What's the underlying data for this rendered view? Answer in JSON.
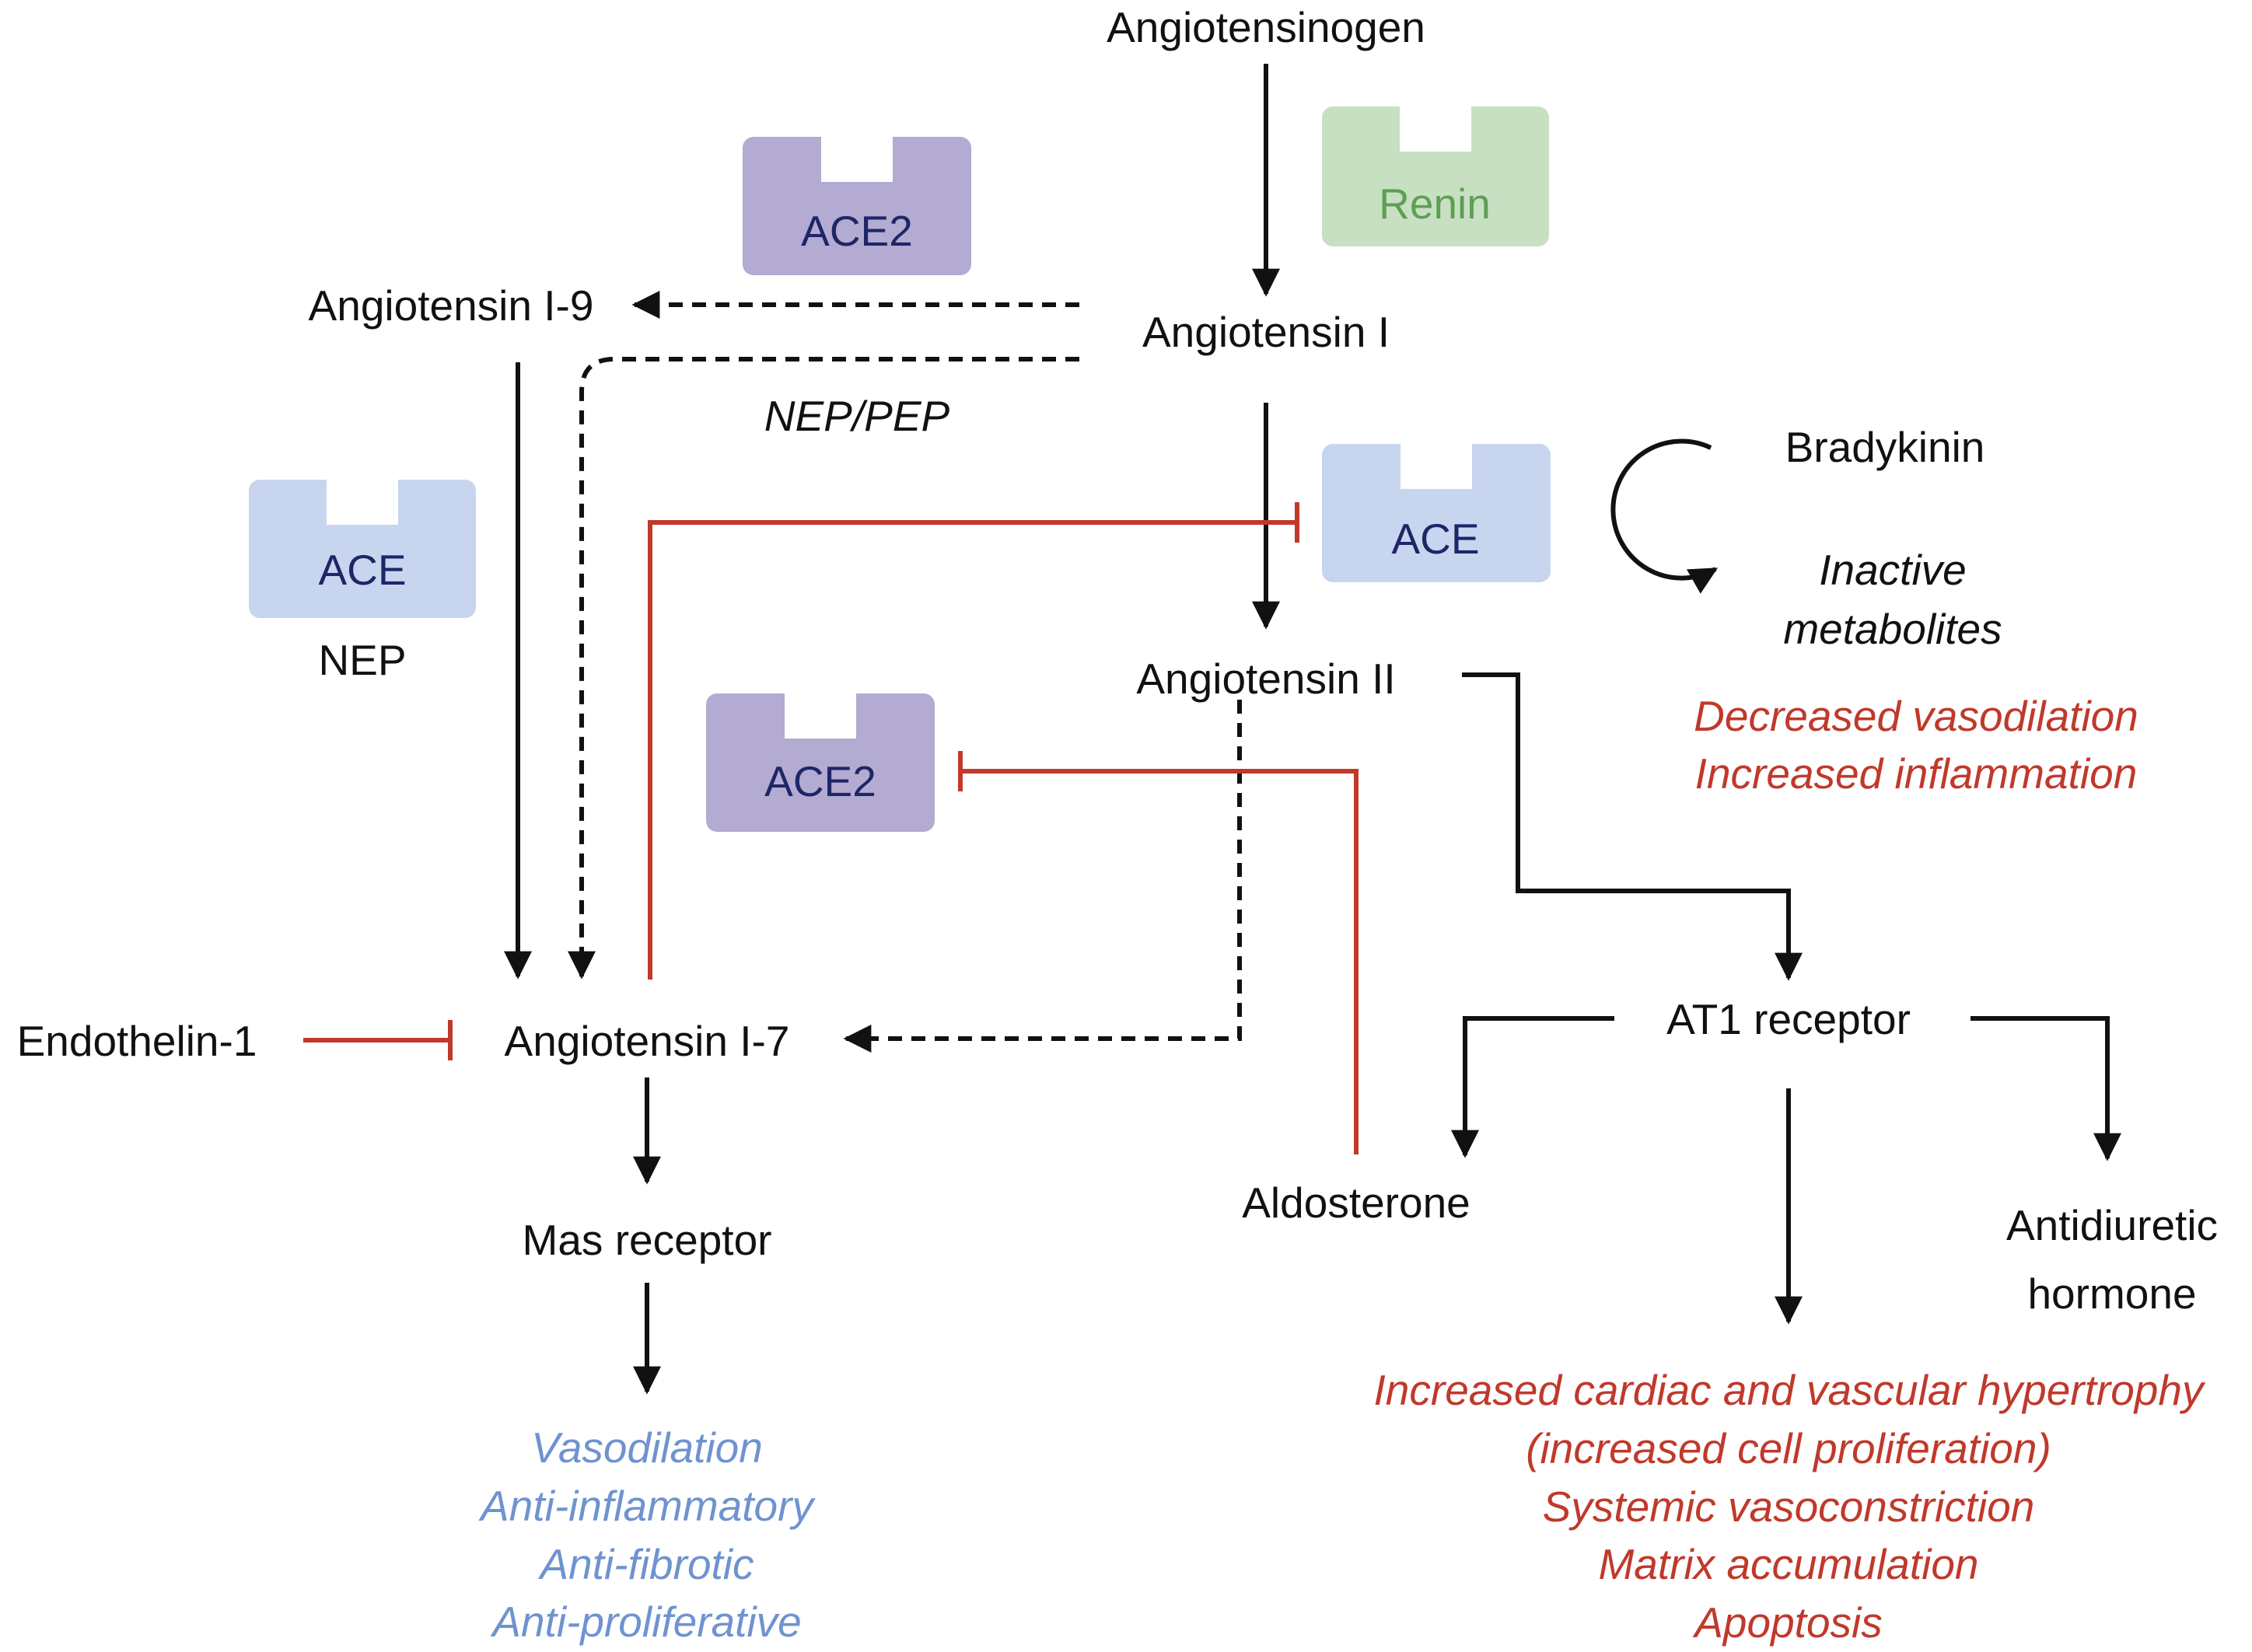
{
  "nodes": {
    "angiotensinogen": "Angiotensinogen",
    "angiotensin_i": "Angiotensin I",
    "angiotensin_i9": "Angiotensin I-9",
    "angiotensin_ii": "Angiotensin II",
    "angiotensin_i7": "Angiotensin I-7",
    "endothelin1": "Endothelin-1",
    "mas_receptor": "Mas receptor",
    "at1_receptor": "AT1 receptor",
    "aldosterone": "Aldosterone",
    "antidiuretic_hormone": [
      "Antidiuretic",
      "hormone"
    ],
    "bradykinin": "Bradykinin",
    "inactive_metabolites": [
      "Inactive",
      "metabolites"
    ]
  },
  "enzymes": {
    "renin": "Renin",
    "ace2_top": "ACE2",
    "ace_right": "ACE",
    "ace_left": "ACE",
    "ace2_mid": "ACE2",
    "nep_left": "NEP",
    "nep_pep": "NEP/PEP"
  },
  "effects": {
    "bradykinin_effects": [
      "Decreased vasodilation",
      "Increased inflammation"
    ],
    "mas_effects": [
      "Vasodilation",
      "Anti-inflammatory",
      "Anti-fibrotic",
      "Anti-proliferative"
    ],
    "at1_effects": [
      "Increased cardiac and vascular hypertrophy",
      "(increased cell proliferation)",
      "Systemic vasoconstriction",
      "Matrix accumulation",
      "Apoptosis"
    ]
  },
  "colors": {
    "arrow": "#111111",
    "inhibit": "#c0392b",
    "harmful_effect": "#c0392b",
    "protective_effect": "#6f93cf",
    "ace2_box": "#b3abd2",
    "ace_box": "#c8d5ef",
    "renin_box": "#c8e0c2",
    "renin_text": "#5f9e55",
    "enzyme_text": "#1e2668"
  }
}
